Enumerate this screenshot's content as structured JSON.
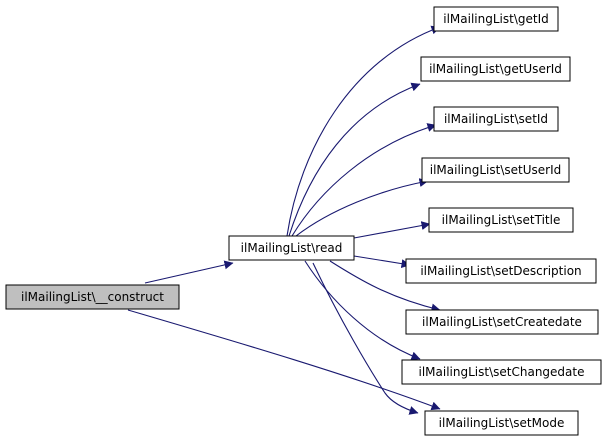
{
  "colors": {
    "edge": "#191970",
    "root_fill": "#bfbfbf",
    "node_fill": "#ffffff",
    "border": "#000000"
  },
  "nodes": {
    "construct": "ilMailingList\\__construct",
    "read": "ilMailingList\\read",
    "getId": "ilMailingList\\getId",
    "getUserId": "ilMailingList\\getUserId",
    "setId": "ilMailingList\\setId",
    "setUserId": "ilMailingList\\setUserId",
    "setTitle": "ilMailingList\\setTitle",
    "setDescription": "ilMailingList\\setDescription",
    "setCreatedate": "ilMailingList\\setCreatedate",
    "setChangedate": "ilMailingList\\setChangedate",
    "setMode": "ilMailingList\\setMode"
  },
  "edges": [
    {
      "from": "construct",
      "to": "read"
    },
    {
      "from": "construct",
      "to": "setMode"
    },
    {
      "from": "read",
      "to": "getId"
    },
    {
      "from": "read",
      "to": "getUserId"
    },
    {
      "from": "read",
      "to": "setId"
    },
    {
      "from": "read",
      "to": "setUserId"
    },
    {
      "from": "read",
      "to": "setTitle"
    },
    {
      "from": "read",
      "to": "setDescription"
    },
    {
      "from": "read",
      "to": "setCreatedate"
    },
    {
      "from": "read",
      "to": "setChangedate"
    },
    {
      "from": "read",
      "to": "setMode"
    }
  ]
}
